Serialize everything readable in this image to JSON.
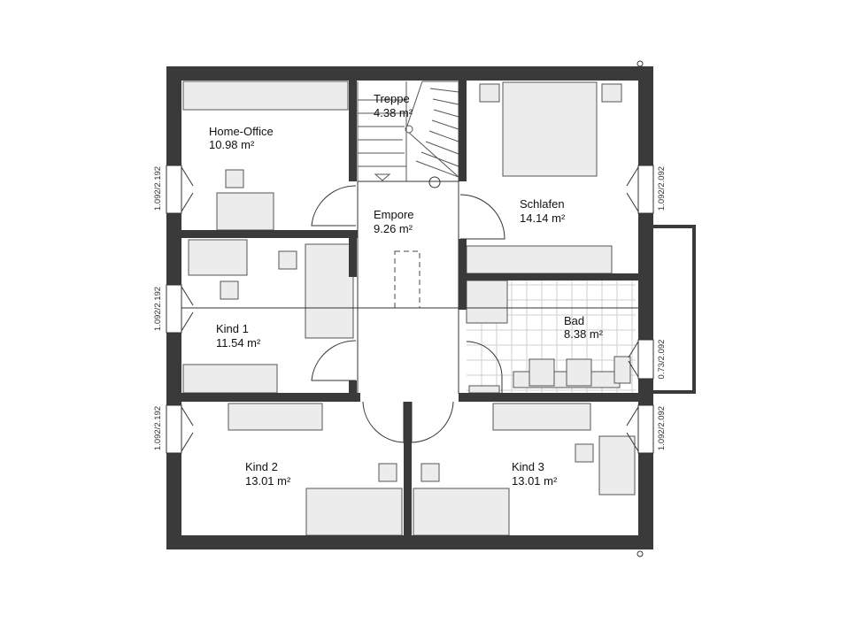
{
  "rooms": {
    "home_office": {
      "name": "Home-Office",
      "area": "10.98 m²"
    },
    "treppe": {
      "name": "Treppe",
      "area": "4.38 m²"
    },
    "schlafen": {
      "name": "Schlafen",
      "area": "14.14 m²"
    },
    "empore": {
      "name": "Empore",
      "area": "9.26 m²"
    },
    "bad": {
      "name": "Bad",
      "area": "8.38 m²"
    },
    "kind1": {
      "name": "Kind 1",
      "area": "11.54 m²"
    },
    "kind2": {
      "name": "Kind 2",
      "area": "13.01 m²"
    },
    "kind3": {
      "name": "Kind 3",
      "area": "13.01 m²"
    }
  },
  "window_labels": {
    "home_office": "1.092/2.192",
    "kind1": "1.092/2.192",
    "kind2": "1.092/2.192",
    "schlafen": "1.092/2.092",
    "bad": "0.73/2.092",
    "kind3": "1.092/2.092"
  },
  "colors": {
    "wall": "#3a3a3a",
    "furniture": "#ececec"
  }
}
